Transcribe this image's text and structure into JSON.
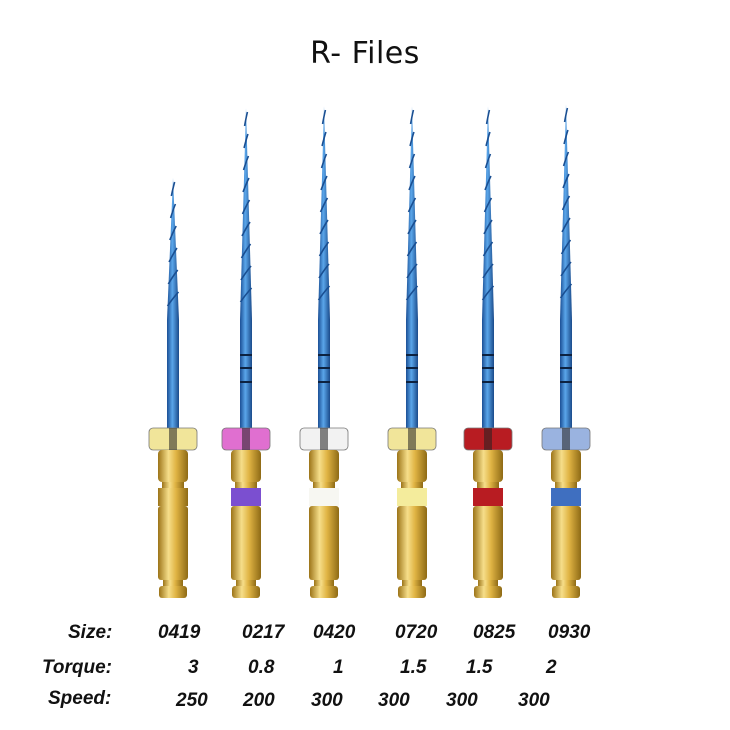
{
  "title": "R- Files",
  "rows": {
    "size_label": "Size:",
    "torque_label": "Torque:",
    "speed_label": "Speed:"
  },
  "files": [
    {
      "size": "0419",
      "torque": "3",
      "speed": "250",
      "ring_color": "#f1e59a",
      "band_color": "#d8b63a"
    },
    {
      "size": "0217",
      "torque": "0.8",
      "speed": "200",
      "ring_color": "#e06fd0",
      "band_color": "#7b4fd0"
    },
    {
      "size": "0420",
      "torque": "1",
      "speed": "300",
      "ring_color": "#f2f2f2",
      "band_color": "#f7f7f2"
    },
    {
      "size": "0720",
      "torque": "1.5",
      "speed": "300",
      "ring_color": "#f1e59a",
      "band_color": "#f4ec9c"
    },
    {
      "size": "0825",
      "torque": "1.5",
      "speed": "300",
      "ring_color": "#b81c22",
      "band_color": "#b81c22"
    },
    {
      "size": "0930",
      "torque": "2",
      "speed": "300",
      "ring_color": "#9ab3e0",
      "band_color": "#3f6fc0"
    }
  ],
  "colors": {
    "blade": "#2e7fd0",
    "blade_dark": "#1a4f92",
    "gold": "#e2b84a",
    "gold_dark": "#a77d1c"
  }
}
